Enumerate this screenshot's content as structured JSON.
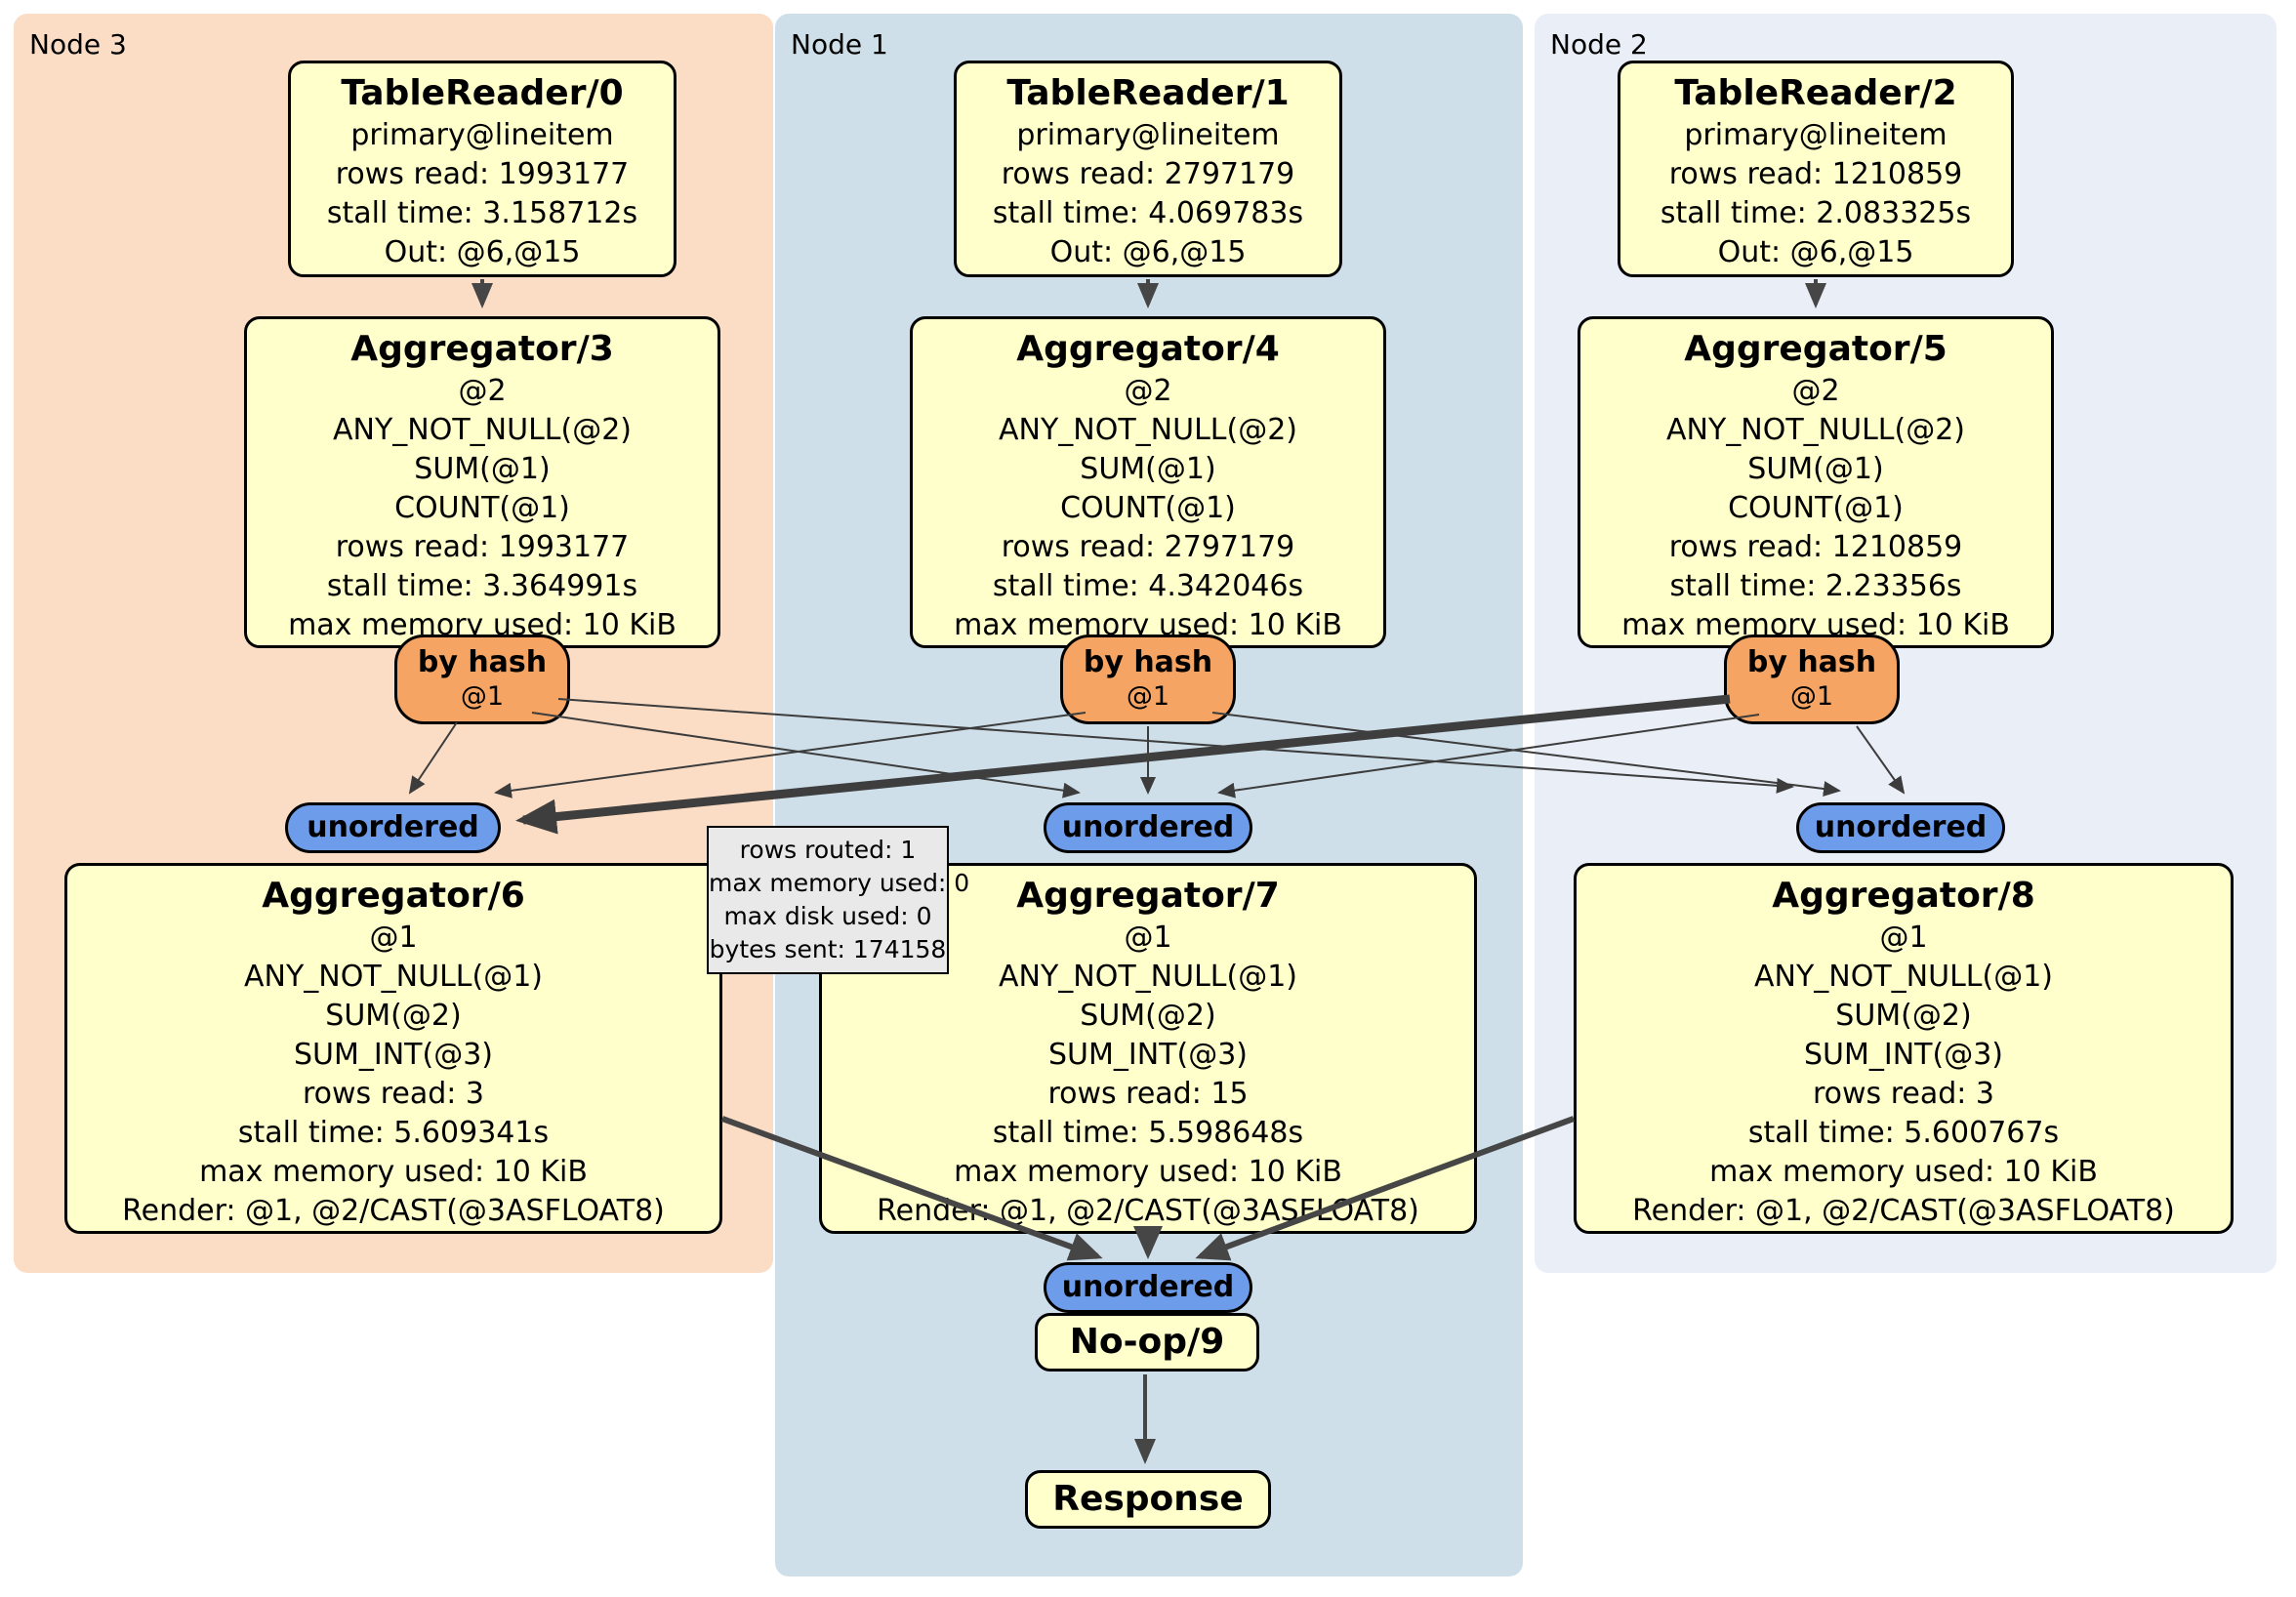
{
  "panels": {
    "node3": {
      "label": "Node 3"
    },
    "node1": {
      "label": "Node 1"
    },
    "node2": {
      "label": "Node 2"
    }
  },
  "processors": {
    "tr0": {
      "title": "TableReader/0",
      "lines": [
        "primary@lineitem",
        "rows read: 1993177",
        "stall time: 3.158712s",
        "Out: @6,@15"
      ]
    },
    "tr1": {
      "title": "TableReader/1",
      "lines": [
        "primary@lineitem",
        "rows read: 2797179",
        "stall time: 4.069783s",
        "Out: @6,@15"
      ]
    },
    "tr2": {
      "title": "TableReader/2",
      "lines": [
        "primary@lineitem",
        "rows read: 1210859",
        "stall time: 2.083325s",
        "Out: @6,@15"
      ]
    },
    "agg3": {
      "title": "Aggregator/3",
      "lines": [
        "@2",
        "ANY_NOT_NULL(@2)",
        "SUM(@1)",
        "COUNT(@1)",
        "rows read: 1993177",
        "stall time: 3.364991s",
        "max memory used: 10 KiB"
      ]
    },
    "agg4": {
      "title": "Aggregator/4",
      "lines": [
        "@2",
        "ANY_NOT_NULL(@2)",
        "SUM(@1)",
        "COUNT(@1)",
        "rows read: 2797179",
        "stall time: 4.342046s",
        "max memory used: 10 KiB"
      ]
    },
    "agg5": {
      "title": "Aggregator/5",
      "lines": [
        "@2",
        "ANY_NOT_NULL(@2)",
        "SUM(@1)",
        "COUNT(@1)",
        "rows read: 1210859",
        "stall time: 2.23356s",
        "max memory used: 10 KiB"
      ]
    },
    "agg6": {
      "title": "Aggregator/6",
      "lines": [
        "@1",
        "ANY_NOT_NULL(@1)",
        "SUM(@2)",
        "SUM_INT(@3)",
        "rows read: 3",
        "stall time: 5.609341s",
        "max memory used: 10 KiB",
        "Render: @1, @2/CAST(@3ASFLOAT8)"
      ]
    },
    "agg7": {
      "title": "Aggregator/7",
      "lines": [
        "@1",
        "ANY_NOT_NULL(@1)",
        "SUM(@2)",
        "SUM_INT(@3)",
        "rows read: 15",
        "stall time: 5.598648s",
        "max memory used: 10 KiB",
        "Render: @1, @2/CAST(@3ASFLOAT8)"
      ]
    },
    "agg8": {
      "title": "Aggregator/8",
      "lines": [
        "@1",
        "ANY_NOT_NULL(@1)",
        "SUM(@2)",
        "SUM_INT(@3)",
        "rows read: 3",
        "stall time: 5.600767s",
        "max memory used: 10 KiB",
        "Render: @1, @2/CAST(@3ASFLOAT8)"
      ]
    },
    "noop": {
      "title": "No-op/9"
    },
    "response": {
      "title": "Response"
    }
  },
  "routers": {
    "r3": {
      "label": "by hash",
      "detail": "@1"
    },
    "r4": {
      "label": "by hash",
      "detail": "@1"
    },
    "r5": {
      "label": "by hash",
      "detail": "@1"
    }
  },
  "syncs": {
    "u6": {
      "label": "unordered"
    },
    "u7": {
      "label": "unordered"
    },
    "u8": {
      "label": "unordered"
    },
    "u9": {
      "label": "unordered"
    }
  },
  "tooltip": {
    "lines": [
      "rows routed: 1",
      "max memory used: 0",
      "max disk used: 0",
      "bytes sent: 174158"
    ]
  },
  "colors": {
    "node3_bg": "#fbddc6",
    "node1_bg": "#cfdfe9",
    "node2_bg": "#e9eef7",
    "processor_bg": "#ffffcb",
    "router_bg": "#f5a463",
    "sync_bg": "#6d9ceb",
    "tooltip_bg": "#e9e9e9",
    "edge": "#3e3e3e"
  }
}
